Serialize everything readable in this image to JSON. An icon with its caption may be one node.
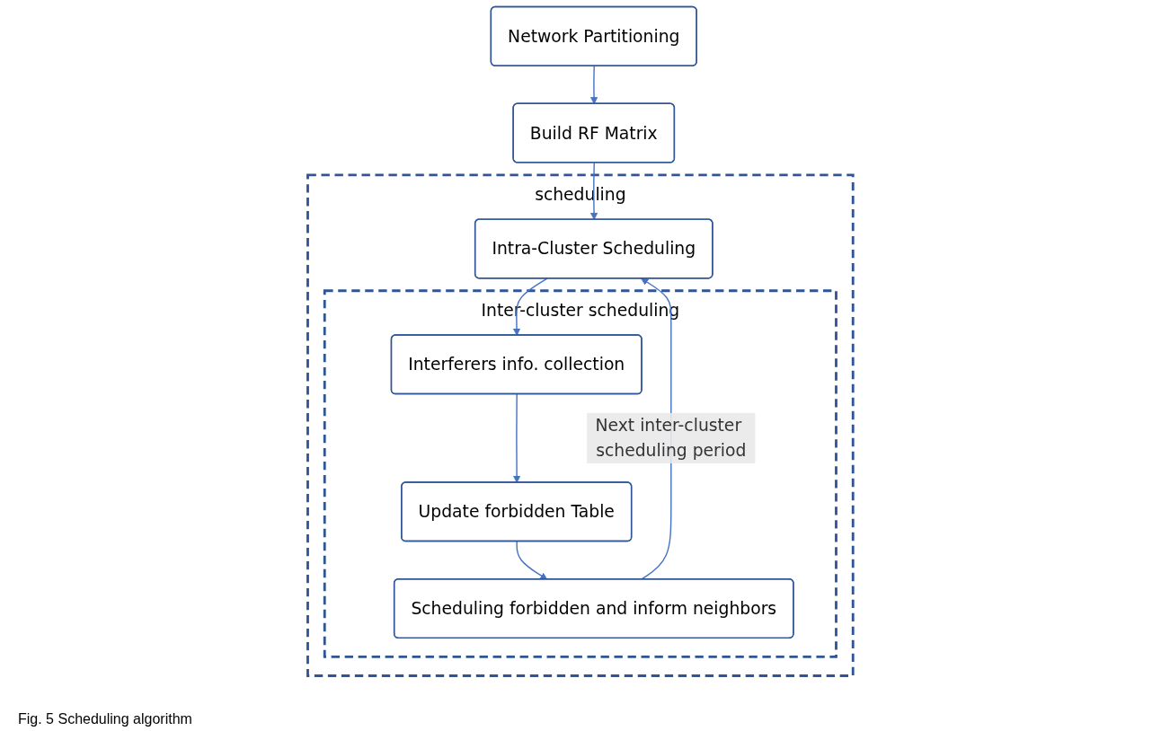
{
  "diagram": {
    "caption": "Fig. 5 Scheduling algorithm",
    "nodes": [
      {
        "text": [
          "Network Partitioning"
        ]
      },
      {
        "text": [
          "Build RF Matrix"
        ]
      },
      {
        "text": [
          "scheduling"
        ]
      },
      {
        "text": [
          "Intra-Cluster Scheduling"
        ],
        "in": 2
      },
      {
        "text": [
          "Inter-cluster scheduling"
        ],
        "in": 2
      },
      {
        "text": [
          "Interferers info. collection"
        ],
        "in": 4
      },
      {
        "text": [
          "Update forbidden Table"
        ],
        "in": 4
      },
      {
        "text": [
          "Scheduling forbidden and inform neighbors"
        ],
        "in": 4
      }
    ],
    "edges": [
      {
        "from": 0,
        "to": 1,
        "arrow": "to"
      },
      {
        "from": 1,
        "to": 3,
        "arrow": "to"
      },
      {
        "from": 3,
        "to": 5,
        "arrow": "to"
      },
      {
        "from": 5,
        "to": 6,
        "arrow": "to"
      },
      {
        "from": 6,
        "to": 7,
        "arrow": "to"
      },
      {
        "from": 7,
        "to": 3,
        "arrow": "to",
        "label": "Next inter-cluster scheduling period"
      }
    ]
  }
}
